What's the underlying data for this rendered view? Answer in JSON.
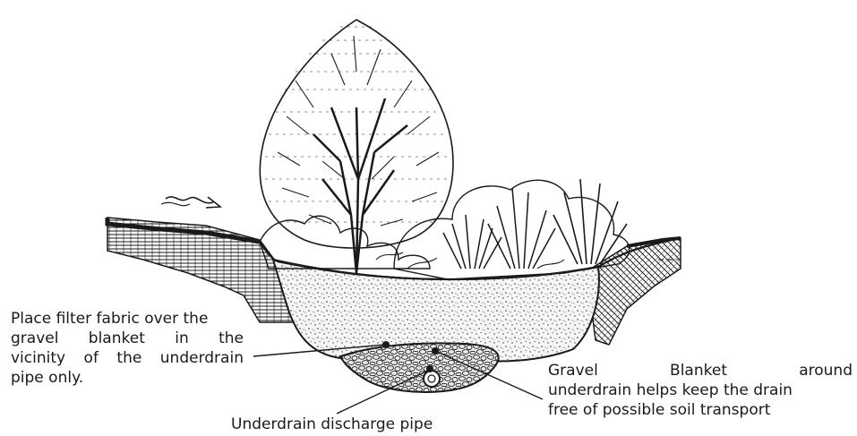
{
  "labels": {
    "filter_fabric": {
      "line1": "Place filter fabric over the",
      "line2": [
        "gravel",
        "blanket",
        "in",
        "the"
      ],
      "line3": [
        "vicinity",
        "of",
        "the",
        "underdrain"
      ],
      "line4": "pipe only."
    },
    "gravel_blanket": {
      "line1": [
        "Gravel",
        "Blanket",
        "around"
      ],
      "line2": "underdrain helps keep the drain",
      "line3": "free of possible soil transport"
    },
    "discharge_pipe": "Underdrain discharge pipe"
  },
  "colors": {
    "ink": "#1a1a1a",
    "background": "#ffffff",
    "gravel_fill": "#e9e9e9"
  }
}
